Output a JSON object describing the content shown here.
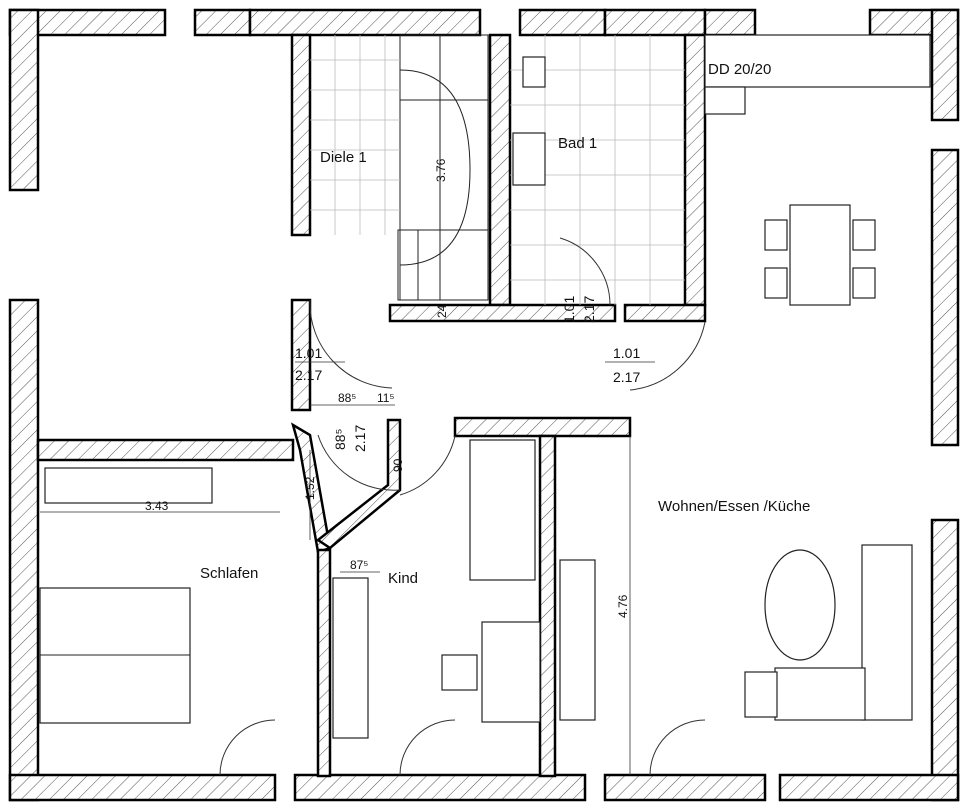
{
  "rooms": {
    "diele": "Diele 1",
    "bad": "Bad 1",
    "kitchen_note": "DD 20/20",
    "schlafen": "Schlafen",
    "kind": "Kind",
    "wohnen": "Wohnen/Essen /Küche"
  },
  "dimensions": {
    "stair_length": "3.76",
    "stair_step": "24",
    "bad_door_w": "1.01",
    "bad_door_h": "2.17",
    "diele_door_w": "1.01",
    "diele_door_h": "2.17",
    "living_door_w": "1.01",
    "living_door_h": "2.17",
    "hall_width": "88⁵",
    "kind_door_w": "88⁵",
    "kind_door_h": "2.17",
    "small_a": "11⁵",
    "wall_90": "90",
    "hall_152": "1.52",
    "schlafen_width": "3.43",
    "kind_wardrobe": "87⁵",
    "living_476": "4.76"
  },
  "colors": {
    "wall_line": "#000000",
    "hatch": "#555555"
  }
}
